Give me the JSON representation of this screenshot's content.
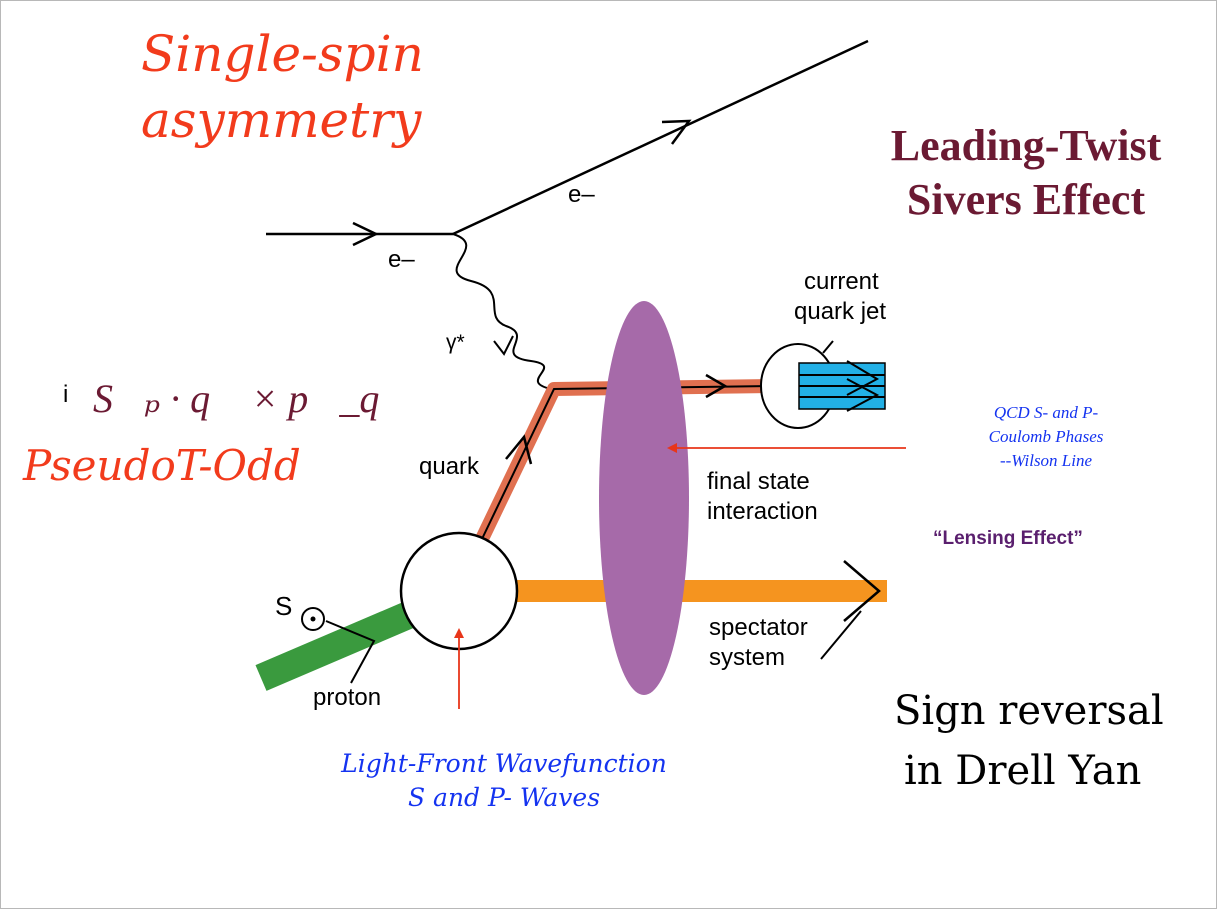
{
  "slide": {
    "title": [
      "Single-spin",
      "asymmetry"
    ],
    "right_title": [
      "Leading-Twist",
      "Sivers Effect"
    ],
    "formula_prefix": "i",
    "formula": "S⃗ₚ · q⃗ × p⃗_q",
    "pseudo_label": "PseudoT-Odd",
    "qcd_note": [
      "QCD S- and P-",
      "Coulomb Phases",
      "--Wilson Line"
    ],
    "lensing": "“Lensing Effect”",
    "sign_reversal": [
      "Sign reversal",
      "in Drell Yan"
    ],
    "lfwf": [
      "Light-Front Wavefunction",
      "S and P- Waves"
    ]
  },
  "diagram": {
    "labels": {
      "electron_in": "e–",
      "electron_out": "e–",
      "photon": "γ*",
      "current_jet": [
        "current",
        "quark jet"
      ],
      "quark": "quark",
      "fsi": [
        "final state",
        "interaction"
      ],
      "spectator": [
        "spectator",
        "system"
      ],
      "proton": "proton",
      "spin": "S"
    },
    "colors": {
      "quark_line": "#e07050",
      "spectator_line": "#f5941f",
      "proton_line": "#3a9a3e",
      "fsi_ellipse": "#a66aa9",
      "jet_bars": "#22b0e6",
      "arrow_red": "#e8361a"
    }
  }
}
